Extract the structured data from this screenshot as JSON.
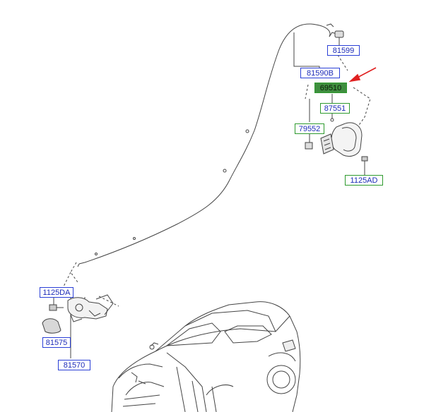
{
  "colors": {
    "link_blue": "#1c2bb8",
    "border_blue": "#2a3fd6",
    "border_green": "#2e9a2e",
    "highlight_fill": "#3f8f3f",
    "pointer_arrow": "#e02020",
    "line_art": "#444444"
  },
  "parts": {
    "p81599": "81599",
    "p81590b": "81590B",
    "p69510": "69510",
    "p87551": "87551",
    "p79552": "79552",
    "p1125ad": "1125AD",
    "p1125da": "1125DA",
    "p81575": "81575",
    "p81570": "81570"
  },
  "highlighted_part": "69510",
  "icons": [
    "pointer-arrow-icon",
    "vehicle-outline-icon",
    "fuel-door-icon",
    "opener-lever-icon",
    "bolt-icon",
    "cable-icon"
  ]
}
